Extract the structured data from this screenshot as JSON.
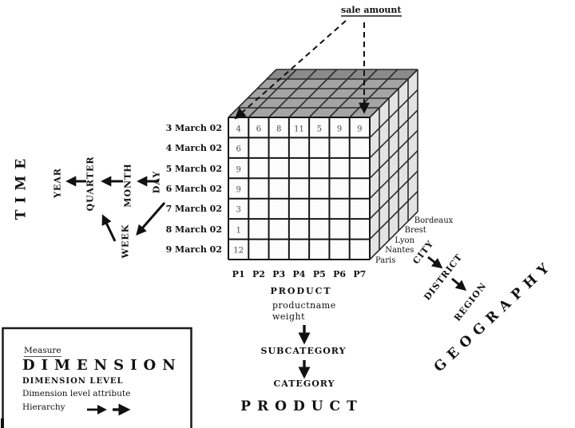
{
  "measure": {
    "label": "sale amount"
  },
  "cube": {
    "values": [
      [
        4,
        6,
        8,
        11,
        5,
        9,
        9
      ],
      [
        6,
        null,
        null,
        null,
        null,
        null,
        null
      ],
      [
        9,
        null,
        null,
        null,
        null,
        null,
        null
      ],
      [
        9,
        null,
        null,
        null,
        null,
        null,
        null
      ],
      [
        3,
        null,
        null,
        null,
        null,
        null,
        null
      ],
      [
        1,
        null,
        null,
        null,
        null,
        null,
        null
      ],
      [
        12,
        null,
        null,
        null,
        null,
        null,
        null
      ]
    ]
  },
  "time": {
    "dimension_label": "TIME",
    "levels": [
      "YEAR",
      "QUARTER",
      "MONTH",
      "DAY",
      "WEEK"
    ],
    "dates": [
      "3 March 02",
      "4 March 02",
      "5 March 02",
      "6 March 02",
      "7 March 02",
      "8 March 02",
      "9 March 02"
    ]
  },
  "product": {
    "dimension_label": "PRODUCT",
    "members": [
      "P1",
      "P2",
      "P3",
      "P4",
      "P5",
      "P6",
      "P7"
    ],
    "level_label": "PRODUCT",
    "attributes": [
      "productname",
      "weight"
    ],
    "subcategory_label": "SUBCATEGORY",
    "category_label": "CATEGORY"
  },
  "geography": {
    "dimension_label": "GEOGRAPHY",
    "cities": [
      "Paris",
      "Nantes",
      "Lyon",
      "Brest",
      "Bordeaux"
    ],
    "levels": [
      "CITY",
      "DISTRICT",
      "REGION"
    ]
  },
  "legend": {
    "measure_label": "Measure",
    "dimension_label": "DIMENSION",
    "dimension_level_label": "DIMENSION LEVEL",
    "dimension_level_attribute_label": "Dimension level attribute",
    "hierarchy_label": "Hierarchy"
  },
  "colors": {
    "cube_top": "#a4a4a4",
    "cube_top_back": "#8b8b8b",
    "cube_side": "#e3e3e3",
    "cube_front": "#fcfcfc",
    "grid_line": "#2b2b2b",
    "front_line": "#151515",
    "value_text": "#4b4b4b",
    "text": "#111111"
  }
}
